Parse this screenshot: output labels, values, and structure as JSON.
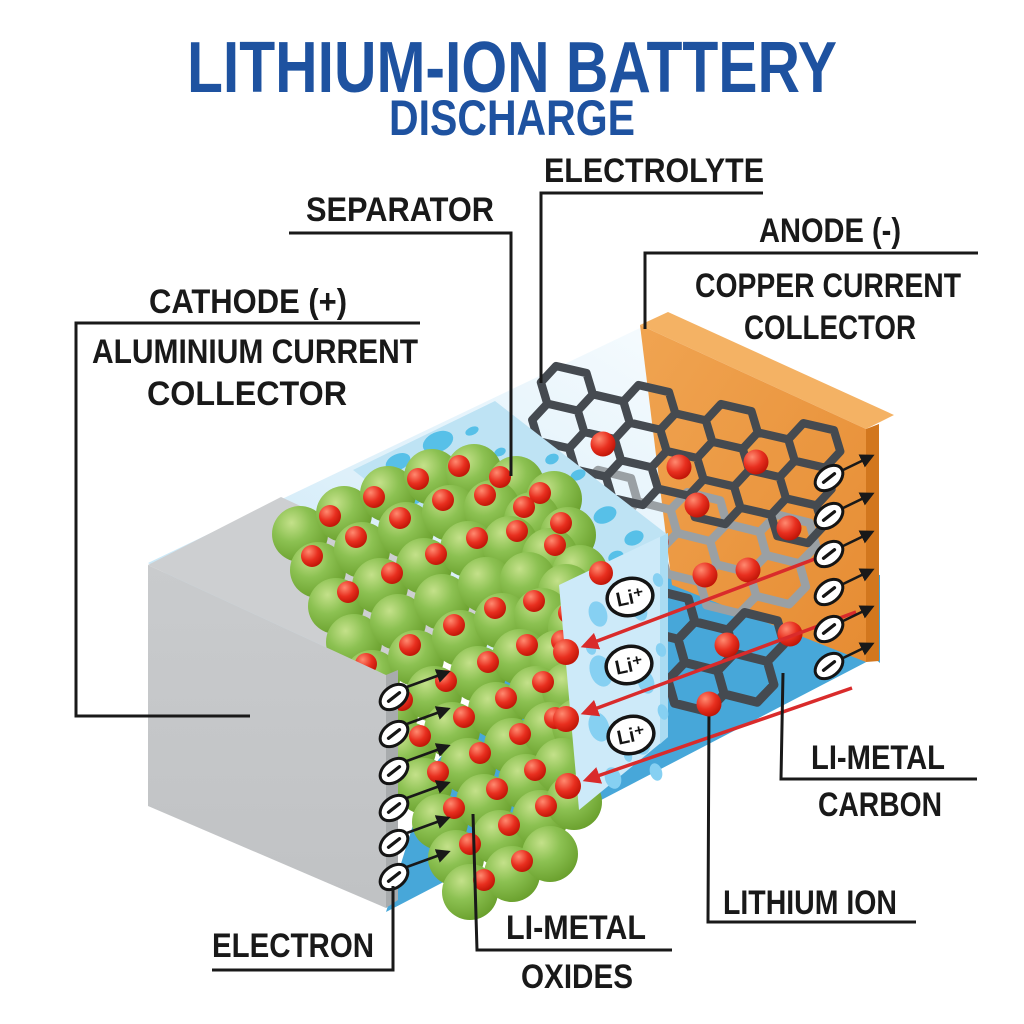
{
  "title": {
    "main": "LITHIUM-ION BATTERY",
    "subtitle": "DISCHARGE"
  },
  "labels": {
    "electrolyte": "ELECTROLYTE",
    "separator": "SEPARATOR",
    "anode": "ANODE (-)",
    "copper_collector_line1": "COPPER CURRENT",
    "copper_collector_line2": "COLLECTOR",
    "cathode": "CATHODE (+)",
    "aluminium_collector_line1": "ALUMINIUM CURRENT",
    "aluminium_collector_line2": "COLLECTOR",
    "li_metal_carbon_line1": "LI-METAL",
    "li_metal_carbon_line2": "CARBON",
    "lithium_ion": "LITHIUM ION",
    "electron": "ELECTRON",
    "li_metal_oxides_line1": "LI-METAL",
    "li_metal_oxides_line2": "OXIDES"
  },
  "symbols": {
    "lithium_ion": "Li⁺",
    "electron_minus": "−"
  },
  "colors": {
    "title_blue": "#1e52a0",
    "label_black": "#191919",
    "electrolyte_pale_blue": "#cfe9f7",
    "separator_blue": "#bee3f4",
    "bubble_blue": "#57c0e8",
    "floor_blue": "#47a7d9",
    "copper_orange": "#e8943c",
    "aluminium_gray": "#c3c5c7",
    "carbon_dark": "#454a50",
    "carbon_light": "#9aa0a4",
    "oxide_green": "#7cb93e",
    "lithium_red": "#e32b20"
  }
}
